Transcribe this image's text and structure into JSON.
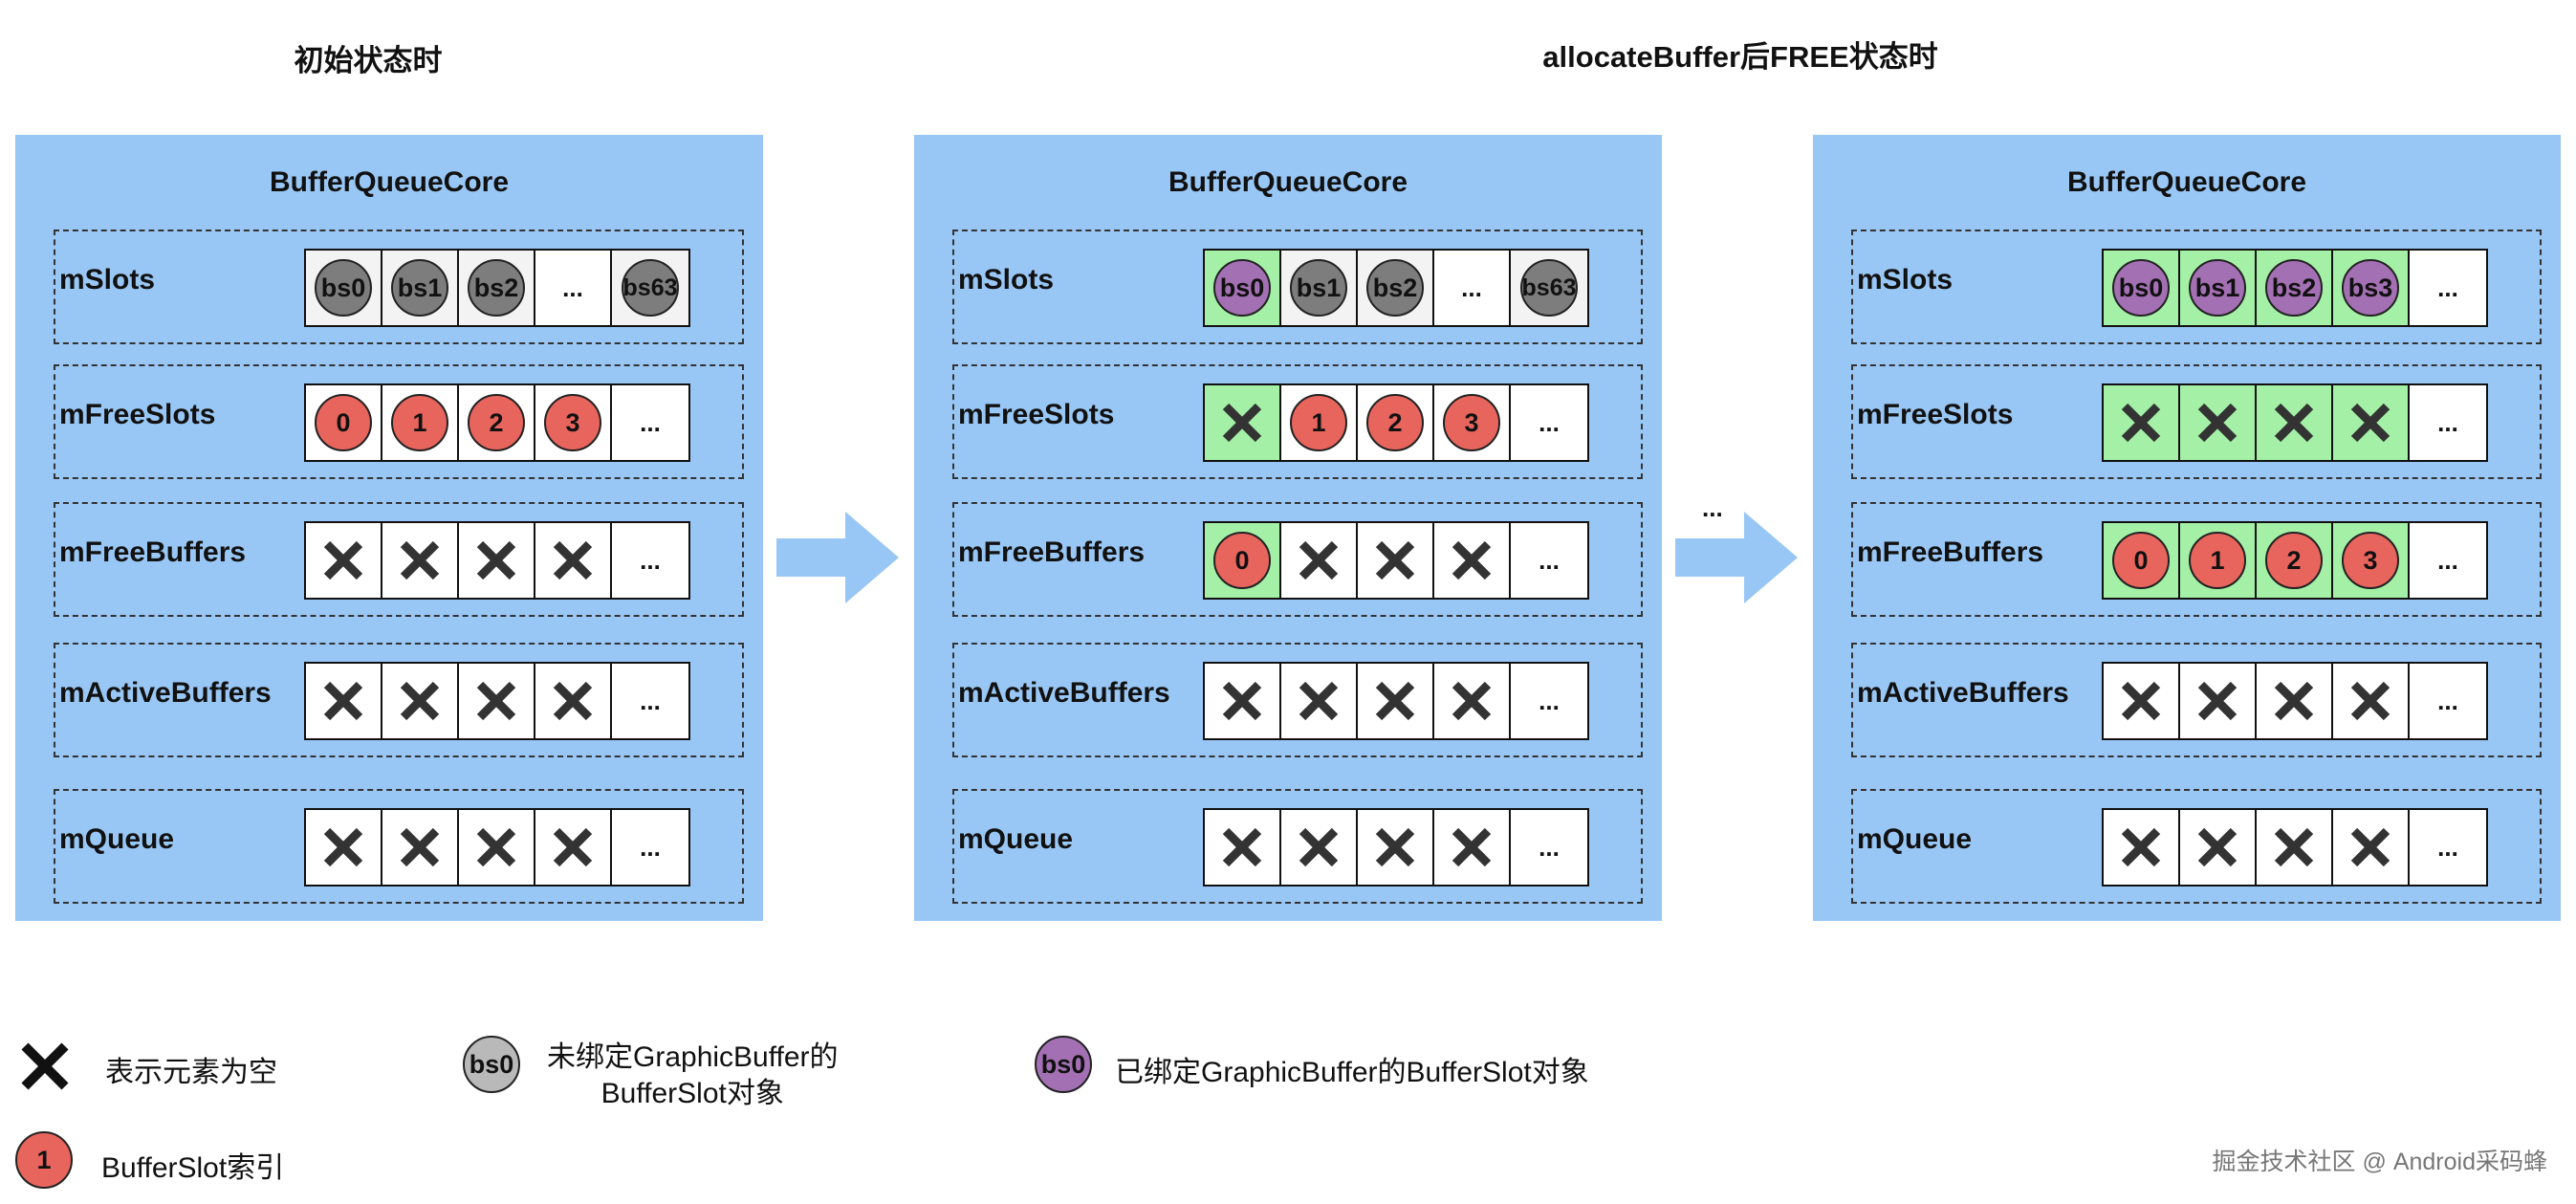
{
  "states": [
    {
      "title": "初始状态时",
      "core_title": "BufferQueueCore",
      "rows": [
        {
          "label": "mSlots",
          "cells": [
            {
              "type": "circle",
              "variant": "unbound",
              "text": "bs0"
            },
            {
              "type": "circle",
              "variant": "unbound",
              "text": "bs1"
            },
            {
              "type": "circle",
              "variant": "unbound",
              "text": "bs2"
            },
            {
              "type": "dots",
              "text": "..."
            },
            {
              "type": "circle",
              "variant": "unbound",
              "text": "bs63"
            }
          ]
        },
        {
          "label": "mFreeSlots",
          "cells": [
            {
              "type": "circle",
              "variant": "index",
              "text": "0"
            },
            {
              "type": "circle",
              "variant": "index",
              "text": "1"
            },
            {
              "type": "circle",
              "variant": "index",
              "text": "2"
            },
            {
              "type": "circle",
              "variant": "index",
              "text": "3"
            },
            {
              "type": "dots",
              "text": "..."
            }
          ]
        },
        {
          "label": "mFreeBuffers",
          "cells": [
            {
              "type": "x"
            },
            {
              "type": "x"
            },
            {
              "type": "x"
            },
            {
              "type": "x"
            },
            {
              "type": "dots",
              "text": "..."
            }
          ]
        },
        {
          "label": "mActiveBuffers",
          "cells": [
            {
              "type": "x"
            },
            {
              "type": "x"
            },
            {
              "type": "x"
            },
            {
              "type": "x"
            },
            {
              "type": "dots",
              "text": "..."
            }
          ]
        },
        {
          "label": "mQueue",
          "cells": [
            {
              "type": "x"
            },
            {
              "type": "x"
            },
            {
              "type": "x"
            },
            {
              "type": "x"
            },
            {
              "type": "dots",
              "text": "..."
            }
          ]
        }
      ]
    },
    {
      "title": "allocateBuffer后FREE状态时",
      "core_title": "BufferQueueCore",
      "rows": [
        {
          "label": "mSlots",
          "cells": [
            {
              "type": "circle",
              "variant": "bound",
              "text": "bs0",
              "bg": "green"
            },
            {
              "type": "circle",
              "variant": "unbound",
              "text": "bs1"
            },
            {
              "type": "circle",
              "variant": "unbound",
              "text": "bs2"
            },
            {
              "type": "dots",
              "text": "..."
            },
            {
              "type": "circle",
              "variant": "unbound",
              "text": "bs63"
            }
          ]
        },
        {
          "label": "mFreeSlots",
          "cells": [
            {
              "type": "x",
              "bg": "green"
            },
            {
              "type": "circle",
              "variant": "index",
              "text": "1"
            },
            {
              "type": "circle",
              "variant": "index",
              "text": "2"
            },
            {
              "type": "circle",
              "variant": "index",
              "text": "3"
            },
            {
              "type": "dots",
              "text": "..."
            }
          ]
        },
        {
          "label": "mFreeBuffers",
          "cells": [
            {
              "type": "circle",
              "variant": "index",
              "text": "0",
              "bg": "green"
            },
            {
              "type": "x"
            },
            {
              "type": "x"
            },
            {
              "type": "x"
            },
            {
              "type": "dots",
              "text": "..."
            }
          ]
        },
        {
          "label": "mActiveBuffers",
          "cells": [
            {
              "type": "x"
            },
            {
              "type": "x"
            },
            {
              "type": "x"
            },
            {
              "type": "x"
            },
            {
              "type": "dots",
              "text": "..."
            }
          ]
        },
        {
          "label": "mQueue",
          "cells": [
            {
              "type": "x"
            },
            {
              "type": "x"
            },
            {
              "type": "x"
            },
            {
              "type": "x"
            },
            {
              "type": "dots",
              "text": "..."
            }
          ]
        }
      ]
    },
    {
      "title": "",
      "core_title": "BufferQueueCore",
      "rows": [
        {
          "label": "mSlots",
          "cells": [
            {
              "type": "circle",
              "variant": "bound",
              "text": "bs0",
              "bg": "green"
            },
            {
              "type": "circle",
              "variant": "bound",
              "text": "bs1",
              "bg": "green"
            },
            {
              "type": "circle",
              "variant": "bound",
              "text": "bs2",
              "bg": "green"
            },
            {
              "type": "circle",
              "variant": "bound",
              "text": "bs3",
              "bg": "green"
            },
            {
              "type": "dots",
              "text": "..."
            }
          ]
        },
        {
          "label": "mFreeSlots",
          "cells": [
            {
              "type": "x",
              "bg": "green"
            },
            {
              "type": "x",
              "bg": "green"
            },
            {
              "type": "x",
              "bg": "green"
            },
            {
              "type": "x",
              "bg": "green"
            },
            {
              "type": "dots",
              "text": "..."
            }
          ]
        },
        {
          "label": "mFreeBuffers",
          "cells": [
            {
              "type": "circle",
              "variant": "index",
              "text": "0",
              "bg": "green"
            },
            {
              "type": "circle",
              "variant": "index",
              "text": "1",
              "bg": "green"
            },
            {
              "type": "circle",
              "variant": "index",
              "text": "2",
              "bg": "green"
            },
            {
              "type": "circle",
              "variant": "index",
              "text": "3",
              "bg": "green"
            },
            {
              "type": "dots",
              "text": "..."
            }
          ]
        },
        {
          "label": "mActiveBuffers",
          "cells": [
            {
              "type": "x"
            },
            {
              "type": "x"
            },
            {
              "type": "x"
            },
            {
              "type": "x"
            },
            {
              "type": "dots",
              "text": "..."
            }
          ]
        },
        {
          "label": "mQueue",
          "cells": [
            {
              "type": "x"
            },
            {
              "type": "x"
            },
            {
              "type": "x"
            },
            {
              "type": "x"
            },
            {
              "type": "dots",
              "text": "..."
            }
          ]
        }
      ]
    }
  ],
  "arrows": [
    {
      "label": ""
    },
    {
      "label": "..."
    }
  ],
  "legend": {
    "x_text": "表示元素为空",
    "unbound_sample": "bs0",
    "unbound_text_line1": "未绑定GraphicBuffer的",
    "unbound_text_line2": "BufferSlot对象",
    "bound_sample": "bs0",
    "bound_text": "已绑定GraphicBuffer的BufferSlot对象",
    "index_sample": "1",
    "index_text": "BufferSlot索引"
  },
  "brand": "掘金技术社区 @ Android采码蜂",
  "colors": {
    "panel_bg": "#99c7f5",
    "unbound_circle": "#7d7d7d",
    "bound_circle": "#a470b4",
    "index_circle": "#e8655d",
    "highlight_cell": "#a3f0a6",
    "arrow": "#99c7f5"
  },
  "icons": {
    "empty": "x-mark-icon",
    "arrow": "right-arrow-icon"
  }
}
